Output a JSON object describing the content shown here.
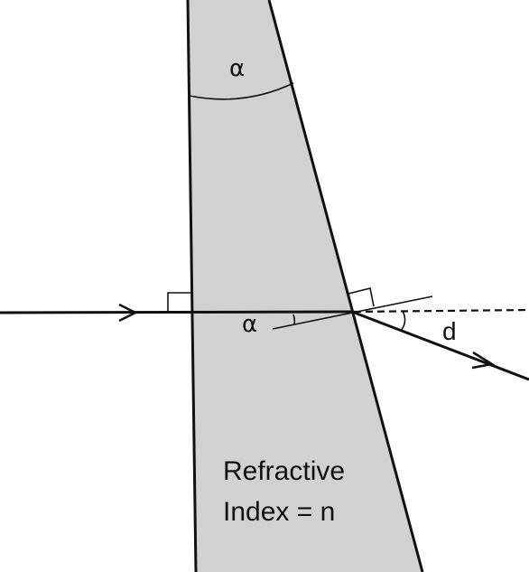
{
  "colors": {
    "prism_fill": "#d2d2d2",
    "line": "#111111"
  },
  "labels": {
    "apex_angle": "α",
    "incidence_angle": "α",
    "deviation": "d",
    "material_line1": "Refractive",
    "material_line2": "Index = n"
  }
}
